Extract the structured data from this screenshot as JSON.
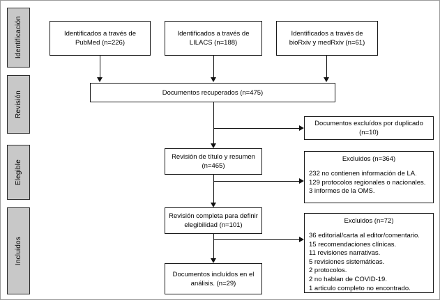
{
  "diagram": {
    "type": "prisma-flow-diagram",
    "language": "es",
    "stages": [
      {
        "id": "identificacion",
        "label": "Identificación"
      },
      {
        "id": "revision",
        "label": "Revisión"
      },
      {
        "id": "elegible",
        "label": "Elegible"
      },
      {
        "id": "incluidos",
        "label": "Incluidos"
      }
    ],
    "sources": [
      {
        "id": "pubmed",
        "label": "Identificados a través de PubMed (n=226)",
        "count": 226
      },
      {
        "id": "lilacs",
        "label": "Identificados a través de LILACS (n=188)",
        "count": 188
      },
      {
        "id": "rxiv",
        "label": "Identificados a través de bioRxiv y medRxiv (n=61)",
        "count": 61
      }
    ],
    "retrieved": {
      "id": "recuperados",
      "label": "Documentos recuperados (n=475)",
      "count": 475
    },
    "duplicates": {
      "id": "duplicados",
      "label": "Documentos excluídos por duplicado (n=10)",
      "count": 10
    },
    "screening": {
      "id": "titulo-resumen",
      "label": "Revisión de título y resumen (n=465)",
      "count": 465
    },
    "excluded_screening": {
      "id": "excluidos-364",
      "title": "Excluidos (n=364)",
      "count": 364,
      "reasons": "232 no contienen información de LA.\n129 protocolos regionales o nacionales.\n3 informes de la OMS."
    },
    "eligibility": {
      "id": "elegibilidad",
      "label": "Revisión completa para definir elegibilidad (n=101)",
      "count": 101
    },
    "excluded_eligibility": {
      "id": "excluidos-72",
      "title": "Excluidos (n=72)",
      "count": 72,
      "reasons": "36 editorial/carta al editor/comentario.\n15 recomendaciones clínicas.\n11 revisiones narrativas.\n5 revisiones sistemáticas.\n2 protocolos.\n2 no hablan de COVID-19.\n1 articulo completo no encontrado."
    },
    "included": {
      "id": "incluidos-final",
      "label": "Documentos incluídos en el análisis. (n=29)",
      "count": 29
    },
    "colors": {
      "stage_fill": "#c8c8c8",
      "stage_border": "#2b2b2b",
      "node_border": "#1a1a1a",
      "line": "#111111",
      "background": "#ffffff"
    }
  }
}
